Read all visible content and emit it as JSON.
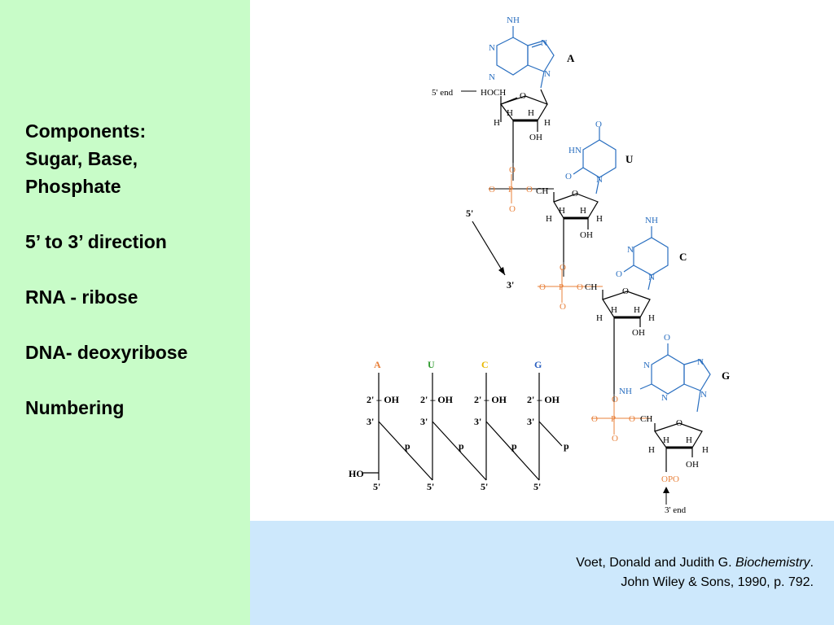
{
  "sidebar": {
    "points": [
      "Components:",
      "Sugar, Base,",
      "Phosphate",
      "5’ to 3’ direction",
      "RNA - ribose",
      "DNA- deoxyribose",
      "Numbering"
    ]
  },
  "citation": {
    "line1_prefix": "Voet, Donald and Judith G.  ",
    "line1_title": "Biochemistry",
    "line1_suffix": ".",
    "line2": "John Wiley & Sons, 1990, p. 792."
  },
  "diagram": {
    "end5_label": "5' end",
    "end3_label": "3' end",
    "hoch2": "HOCH",
    "ch2": "CH",
    "oh": "OH",
    "h": "H",
    "o": "O",
    "p": "P",
    "nh2": "NH",
    "hn": "HN",
    "n": "N",
    "opo3": "OPO",
    "base_A": "A",
    "base_U": "U",
    "base_C": "C",
    "base_G": "G",
    "arrow5": "5'",
    "arrow3": "3'",
    "schematic": {
      "bases": [
        "A",
        "U",
        "C",
        "G"
      ],
      "two_oh": "2' – OH",
      "three": "3'",
      "five": "5'",
      "p": "p",
      "ho": "HO"
    }
  },
  "colors": {
    "left_bg": "#c8fcc8",
    "bottom_bg": "#cde8fc",
    "base_blue": "#2a6fc0",
    "phosphate_orange": "#e8803a",
    "A": "#e8803a",
    "U": "#2e9b2e",
    "C": "#e8b800",
    "G": "#2a5fc0"
  }
}
